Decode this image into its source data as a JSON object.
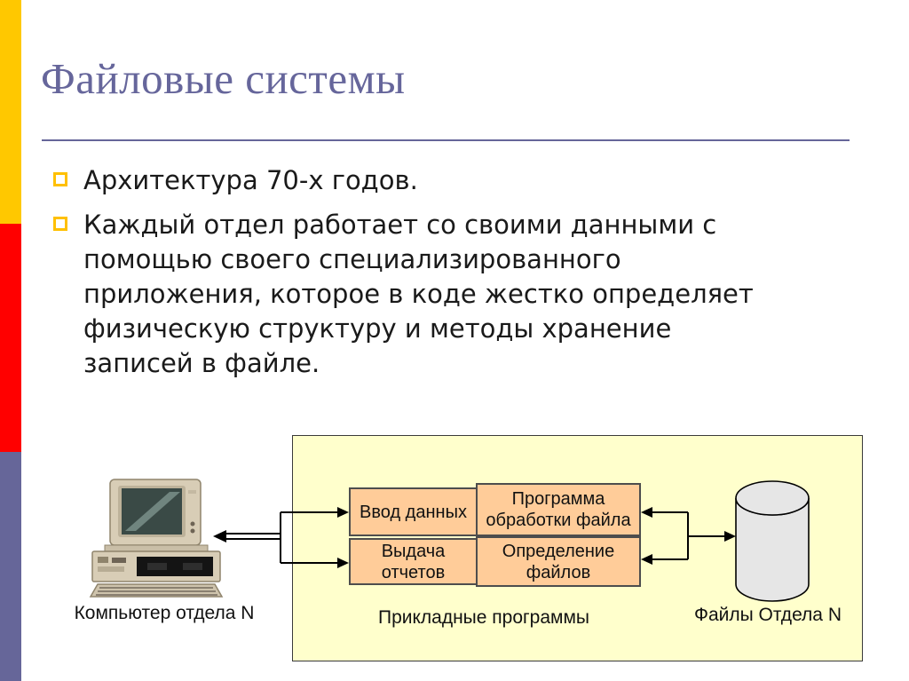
{
  "slide": {
    "title": "Файловые системы",
    "bullets": [
      {
        "text": "Архитектура 70-х годов."
      },
      {
        "text": "Каждый отдел работает со своими данными с\nпомощью своего специализированного\nприложения, которое в коде жестко определяет\nфизическую структуру и методы хранение\nзаписей в файле."
      }
    ]
  },
  "diagram": {
    "computer_label": "Компьютер отдела N",
    "apps_label": "Прикладные программы",
    "files_label": "Файлы Отдела N",
    "boxes": {
      "input": "Ввод данных",
      "program": "Программа\nобработки файла",
      "reports": "Выдача отчетов",
      "definition": "Определение\nфайлов"
    },
    "icons": [
      "computer-icon",
      "database-cylinder-icon",
      "arrow-icons"
    ]
  },
  "colors": {
    "accent_bar_yellow": "#FFC800",
    "accent_bar_red": "#FF0000",
    "accent_bar_purple": "#666699",
    "title_text": "#66669B",
    "bullet_marker": "#FFC000",
    "body_text": "#1A1A1A",
    "diagram_background": "#FFFFCC",
    "diagram_box_fill": "#FFCC99",
    "cylinder_fill": "#E6E6E6"
  }
}
